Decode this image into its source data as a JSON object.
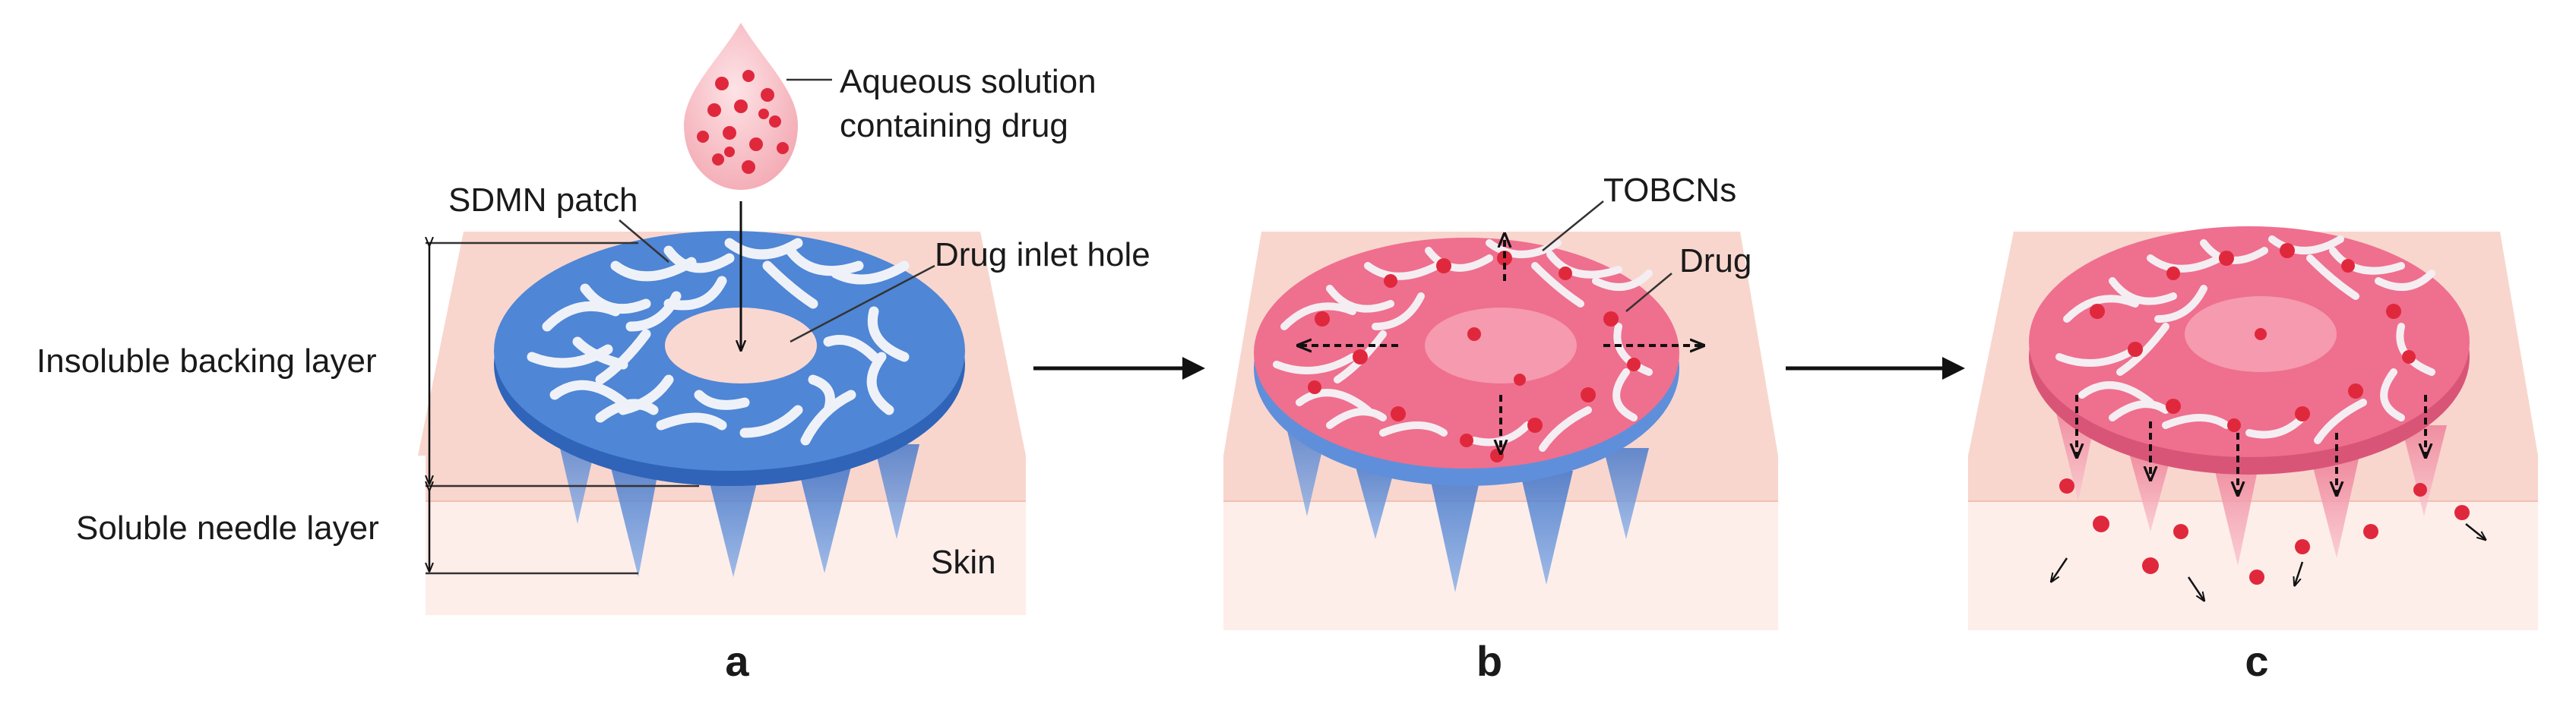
{
  "labels": {
    "aqueous_line1": "Aqueous solution",
    "aqueous_line2": "containing drug",
    "sdmn_patch": "SDMN patch",
    "drug_inlet_hole": "Drug inlet hole",
    "insoluble_backing_layer": "Insoluble backing layer",
    "soluble_needle_layer": "Soluble needle layer",
    "skin": "Skin",
    "tobcns": "TOBCNs",
    "drug": "Drug"
  },
  "panels": [
    "a",
    "b",
    "c"
  ],
  "colors": {
    "skin_top": "#f6c7bd",
    "skin_side": "#fbe3dc",
    "skin_lower": "#fdeee9",
    "patch_blue": "#4f86d6",
    "patch_blue_dark": "#2f64b8",
    "drug_pink": "#ef6f8e",
    "drug_pink_light": "#f7a9b8",
    "drug_dot": "#e0283d",
    "fiber": "#f1f3f8",
    "arrow": "#111111"
  }
}
